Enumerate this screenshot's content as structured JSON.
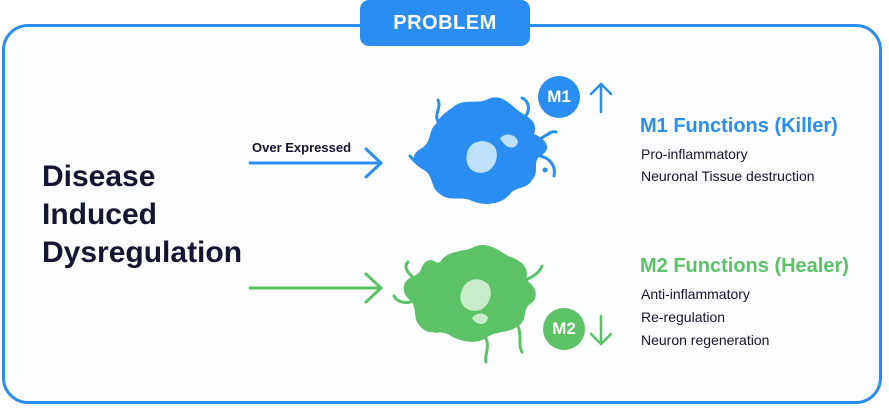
{
  "tab": {
    "label": "PROBLEM"
  },
  "title": {
    "lines": [
      "Disease",
      "Induced",
      "Dysregulation"
    ]
  },
  "arrow": {
    "label": "Over Expressed"
  },
  "m1": {
    "badge": "M1",
    "trend_icon": "arrow-up-icon",
    "title": "M1 Functions (Killer)",
    "items": [
      "Pro-inflammatory",
      "Neuronal Tissue destruction"
    ],
    "color": "#2a8df2"
  },
  "m2": {
    "badge": "M2",
    "trend_icon": "arrow-down-icon",
    "title": "M2 Functions (Healer)",
    "items": [
      "Anti-inflammatory",
      "Re-regulation",
      "Neuron regeneration"
    ],
    "color": "#5cc266"
  },
  "colors": {
    "accent_blue": "#2a8df2",
    "accent_green": "#5cc266",
    "text_dark": "#141433"
  }
}
